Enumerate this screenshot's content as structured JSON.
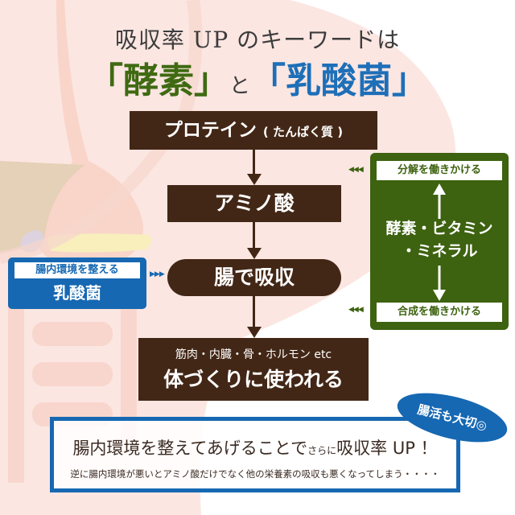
{
  "title": {
    "line1": "吸収率 UP のキーワードは",
    "keyword_enzyme": "「酵素」",
    "connector": "と",
    "keyword_lactic": "「乳酸菌」"
  },
  "flow": {
    "step1": {
      "main": "プロテイン",
      "sub": "( たんぱく質 )"
    },
    "step2": {
      "main": "アミノ酸"
    },
    "step3": {
      "main": "腸で吸収"
    },
    "step4": {
      "sub": "筋肉・内臓・骨・ホルモン etc",
      "main": "体づくりに使われる"
    }
  },
  "green_panel": {
    "top_label": "分解を働きかける",
    "center_line1": "酵素・ビタミン",
    "center_line2": "・ミネラル",
    "bottom_label": "合成を働きかける",
    "pointer": "◀◀◀"
  },
  "blue_panel": {
    "label": "腸内環境を整える",
    "main": "乳酸菌",
    "pointer": "▶▶▶"
  },
  "note": {
    "main_part1": "腸内環境を整えてあげることで",
    "main_small": "さらに",
    "main_part2": "吸収率 UP ！",
    "sub": "逆に腸内環境が悪いとアミノ酸だけでなく他の栄養素の吸収も悪くなってしまう・・・・"
  },
  "badge": {
    "text": "腸活も大切◎"
  },
  "colors": {
    "brown": "#432716",
    "green": "#3d6210",
    "blue": "#1668b2",
    "title_green": "#3f6a12",
    "title_blue": "#1e6fb8"
  }
}
